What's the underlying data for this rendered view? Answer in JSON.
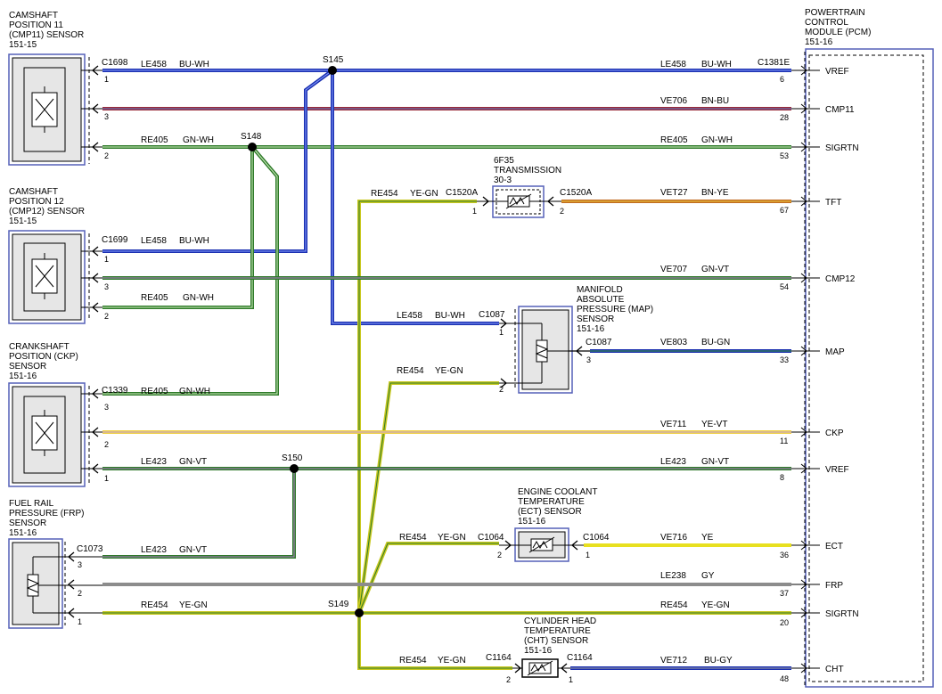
{
  "components": {
    "cmp11": {
      "lines": [
        "CAMSHAFT",
        "POSITION 11",
        "(CMP11) SENSOR",
        "151-15"
      ],
      "connector": "C1698"
    },
    "cmp12": {
      "lines": [
        "CAMSHAFT",
        "POSITION 12",
        "(CMP12) SENSOR",
        "151-15"
      ],
      "connector": "C1699"
    },
    "ckp": {
      "lines": [
        "CRANKSHAFT",
        "POSITION (CKP)",
        "SENSOR",
        "151-16"
      ],
      "connector": "C1339"
    },
    "frp": {
      "lines": [
        "FUEL RAIL",
        "PRESSURE (FRP)",
        "SENSOR",
        "151-16"
      ],
      "connector": "C1073"
    },
    "pcm": {
      "lines": [
        "POWERTRAIN",
        "CONTROL",
        "MODULE (PCM)",
        "151-16"
      ],
      "connector": "C1381E"
    },
    "trans": {
      "lines": [
        "6F35",
        "TRANSMISSION",
        "30-3"
      ],
      "connector_in": "C1520A",
      "connector_out": "C1520A"
    },
    "map": {
      "lines": [
        "MANIFOLD",
        "ABSOLUTE",
        "PRESSURE (MAP)",
        "SENSOR",
        "151-16"
      ],
      "connector_in": "C1087",
      "connector_out": "C1087"
    },
    "ect": {
      "lines": [
        "ENGINE COOLANT",
        "TEMPERATURE",
        "(ECT) SENSOR",
        "151-16"
      ],
      "connector_in": "C1064",
      "connector_out": "C1064"
    },
    "cht": {
      "lines": [
        "CYLINDER HEAD",
        "TEMPERATURE",
        "(CHT) SENSOR",
        "151-16"
      ],
      "connector_in": "C1164",
      "connector_out": "C1164"
    }
  },
  "splices": {
    "s145": "S145",
    "s148": "S148",
    "s149": "S149",
    "s150": "S150"
  },
  "pcm_pins": [
    {
      "name": "VREF",
      "pin": "6"
    },
    {
      "name": "CMP11",
      "pin": "28"
    },
    {
      "name": "SIGRTN",
      "pin": "53"
    },
    {
      "name": "TFT",
      "pin": "67"
    },
    {
      "name": "CMP12",
      "pin": "54"
    },
    {
      "name": "MAP",
      "pin": "33"
    },
    {
      "name": "CKP",
      "pin": "11"
    },
    {
      "name": "VREF",
      "pin": "8"
    },
    {
      "name": "ECT",
      "pin": "36"
    },
    {
      "name": "FRP",
      "pin": "37"
    },
    {
      "name": "SIGRTN",
      "pin": "20"
    },
    {
      "name": "CHT",
      "pin": "48"
    }
  ],
  "wires": {
    "w1l": {
      "circuit": "LE458",
      "color": "BU-WH",
      "pin": "1"
    },
    "w1r": {
      "circuit": "LE458",
      "color": "BU-WH"
    },
    "w2": {
      "circuit": "VE706",
      "color": "BN-BU",
      "pin": "3"
    },
    "w3l": {
      "circuit": "RE405",
      "color": "GN-WH",
      "pin": "2"
    },
    "w3r": {
      "circuit": "RE405",
      "color": "GN-WH"
    },
    "tft_in": {
      "circuit": "RE454",
      "color": "YE-GN",
      "pin": "1"
    },
    "tft_out": {
      "circuit": "VET27",
      "color": "BN-YE",
      "pin": "2"
    },
    "cmp12_1": {
      "circuit": "LE458",
      "color": "BU-WH",
      "pin": "1"
    },
    "cmp12_3": {
      "circuit": "VE707",
      "color": "GN-VT",
      "pin": "3"
    },
    "cmp12_2": {
      "circuit": "RE405",
      "color": "GN-WH",
      "pin": "2"
    },
    "map_in1": {
      "circuit": "LE458",
      "color": "BU-WH",
      "pin": "1"
    },
    "map_out": {
      "circuit": "VE803",
      "color": "BU-GN",
      "pin": "3"
    },
    "map_in2": {
      "circuit": "RE454",
      "color": "YE-GN",
      "pin": "2"
    },
    "ckp_3": {
      "circuit": "RE405",
      "color": "GN-WH",
      "pin": "3"
    },
    "ckp_2": {
      "circuit": "VE711",
      "color": "YE-VT",
      "pin": "2"
    },
    "ckp_1l": {
      "circuit": "LE423",
      "color": "GN-VT",
      "pin": "1"
    },
    "ckp_1r": {
      "circuit": "LE423",
      "color": "GN-VT"
    },
    "ect_in": {
      "circuit": "RE454",
      "color": "YE-GN",
      "pin": "2"
    },
    "ect_out": {
      "circuit": "VE716",
      "color": "YE",
      "pin": "1"
    },
    "frp_3": {
      "circuit": "LE423",
      "color": "GN-VT",
      "pin": "3"
    },
    "frp_2": {
      "circuit": "LE238",
      "color": "GY",
      "pin": "2"
    },
    "frp_1l": {
      "circuit": "RE454",
      "color": "YE-GN",
      "pin": "1"
    },
    "frp_1r": {
      "circuit": "RE454",
      "color": "YE-GN"
    },
    "cht_in": {
      "circuit": "RE454",
      "color": "YE-GN",
      "pin": "2"
    },
    "cht_out": {
      "circuit": "VE712",
      "color": "BU-GY",
      "pin": "1"
    }
  },
  "colors": {
    "BU": "#1a2fb0",
    "GN": "#2f7a2a",
    "YE": "#e8e020",
    "BN": "#b06020",
    "RD": "#c0243a",
    "GY": "#8c8c8c",
    "VT": "#7a3aa0",
    "WH": "#ffffff",
    "component_fill": "#e6e6e6",
    "component_border": "#5560b8"
  }
}
